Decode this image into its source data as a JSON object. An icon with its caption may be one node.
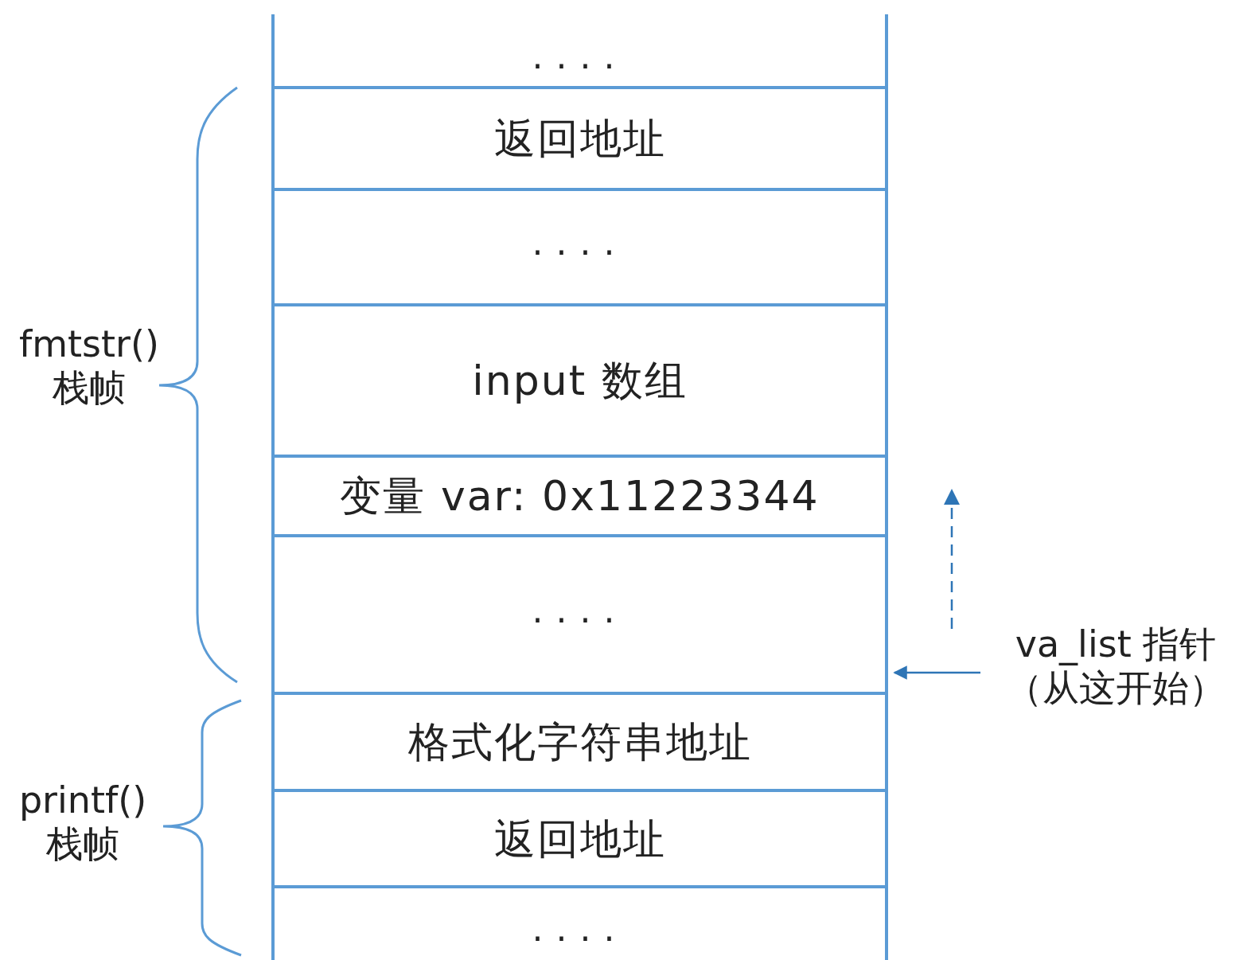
{
  "diagram": {
    "nodes": [
      {
        "text": [
          "...."
        ]
      },
      {
        "text": [
          "返回地址"
        ]
      },
      {
        "text": [
          "...."
        ]
      },
      {
        "text": [
          "input 数组"
        ]
      },
      {
        "text": [
          "变量 var: 0x11223344"
        ]
      },
      {
        "text": [
          "...."
        ]
      },
      {
        "text": [
          "格式化字符串地址"
        ]
      },
      {
        "text": [
          "返回地址"
        ]
      },
      {
        "text": [
          "...."
        ]
      },
      {
        "text": [
          "va_list 指针",
          "（从这开始）"
        ]
      }
    ],
    "edges": [
      {
        "from": 9,
        "to": 5,
        "arrow": "to"
      }
    ],
    "labels": [
      "fmtstr() 栈帧",
      "printf() 栈帧"
    ]
  }
}
